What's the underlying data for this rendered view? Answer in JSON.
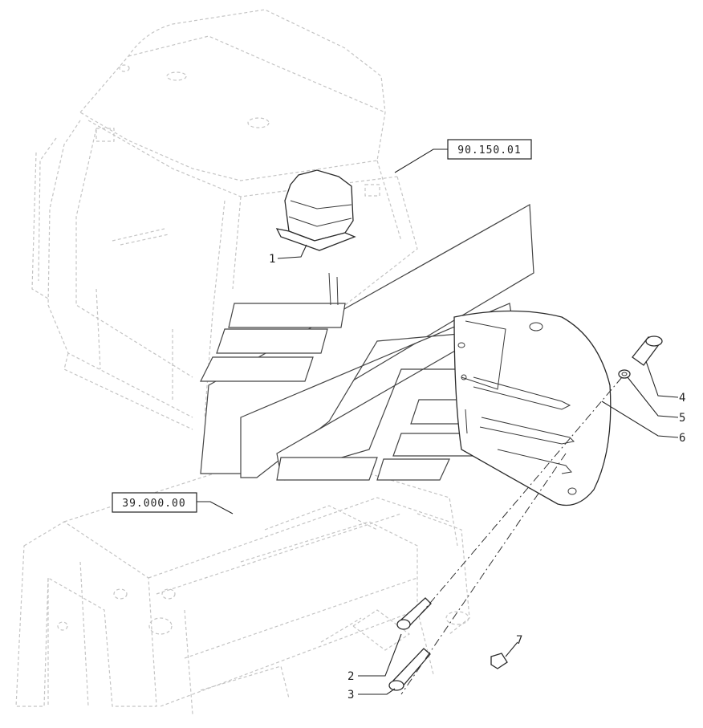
{
  "diagram": {
    "reference_boxes": [
      {
        "id": "ref-top",
        "text": "90.150.01"
      },
      {
        "id": "ref-left",
        "text": "39.000.00"
      }
    ],
    "callouts": [
      {
        "id": "c1",
        "text": "1"
      },
      {
        "id": "c2",
        "text": "2"
      },
      {
        "id": "c3",
        "text": "3"
      },
      {
        "id": "c4",
        "text": "4"
      },
      {
        "id": "c5",
        "text": "5"
      },
      {
        "id": "c6",
        "text": "6"
      },
      {
        "id": "c7",
        "text": "7"
      }
    ]
  }
}
